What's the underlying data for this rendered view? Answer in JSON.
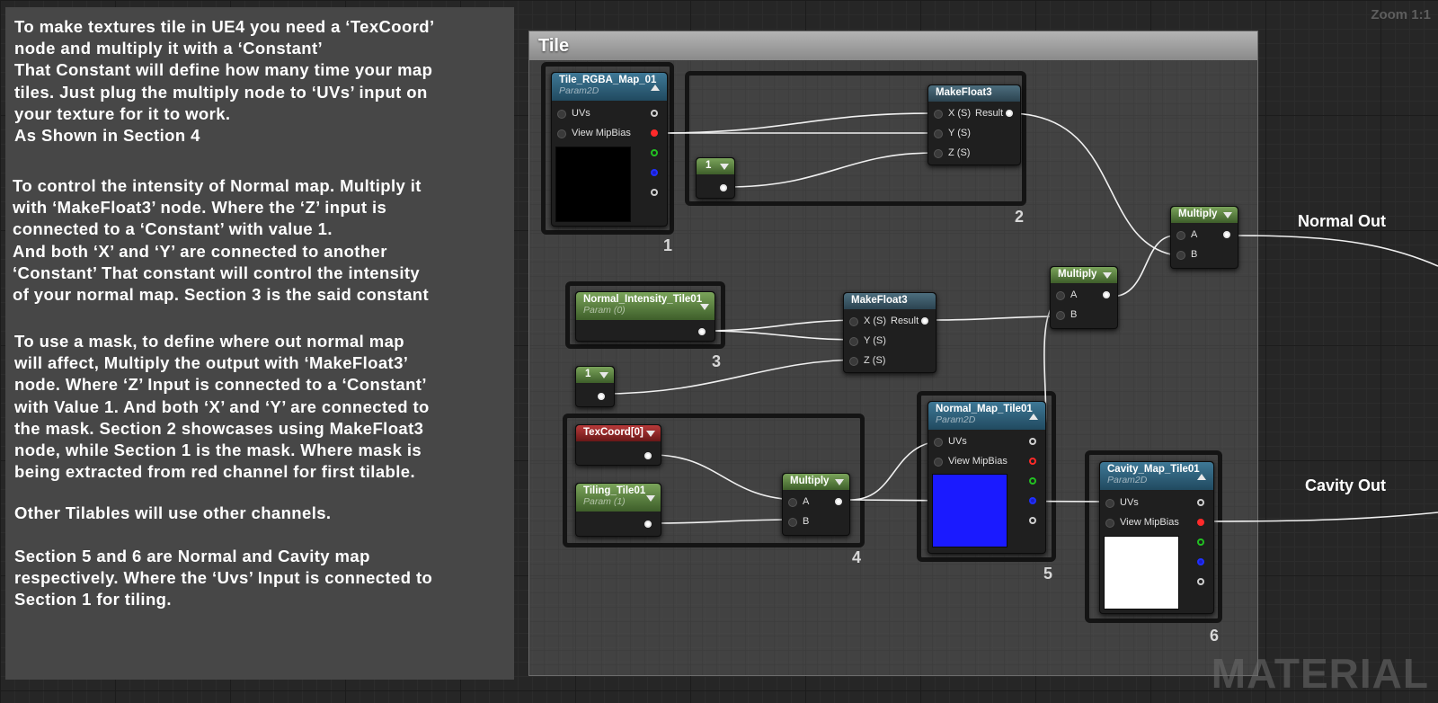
{
  "zoom_label": "Zoom 1:1",
  "notes": [
    "To make textures tile in UE4 you need a ‘TexCoord’\nnode and multiply it with a ‘Constant’\nThat Constant will define how many time your map\ntiles. Just plug the multiply node to ‘UVs’ input on\nyour texture for it to work.\nAs Shown in Section 4",
    "To control the intensity of Normal map. Multiply it\nwith ‘MakeFloat3’ node. Where the ‘Z’ input is\nconnected to a ‘Constant’ with value 1.\nAnd both ‘X’ and ‘Y’ are connected to another\n‘Constant’ That constant will control the intensity\nof your normal map. Section 3 is the said constant",
    "To use a mask, to define where out normal map\nwill affect, Multiply the output with ‘MakeFloat3’\nnode. Where ‘Z’ Input is connected to a ‘Constant’\nwith Value 1. And both ‘X’ and ‘Y’ are connected to\nthe mask. Section 2 showcases using MakeFloat3\nnode, while Section 1 is the mask. Where mask is\nbeing extracted from red channel for first tilable.",
    "Other Tilables will use other channels.",
    "Section 5 and 6 are Normal and Cavity map\nrespectively. Where the ‘Uvs’ Input is connected to\nSection 1 for tiling."
  ],
  "comment_title": "Tile",
  "sections": [
    "1",
    "2",
    "3",
    "4",
    "5",
    "6"
  ],
  "nodes": {
    "tile_rgba": {
      "title": "Tile_RGBA_Map_01",
      "subtitle": "Param2D",
      "pins": [
        "UVs",
        "View MipBias"
      ],
      "preview_color": "#000000"
    },
    "makefloat_a": {
      "title": "MakeFloat3",
      "pins": [
        "X (S)",
        "Y (S)",
        "Z (S)"
      ],
      "output": "Result"
    },
    "const_a": {
      "title": "1"
    },
    "multiply_top": {
      "title": "Multiply",
      "pins": [
        "A",
        "B"
      ]
    },
    "multiply_mid": {
      "title": "Multiply",
      "pins": [
        "A",
        "B"
      ]
    },
    "normal_intensity": {
      "title": "Normal_Intensity_Tile01",
      "subtitle": "Param (0)"
    },
    "makefloat_b": {
      "title": "MakeFloat3",
      "pins": [
        "X (S)",
        "Y (S)",
        "Z (S)"
      ],
      "output": "Result"
    },
    "const_b": {
      "title": "1"
    },
    "texcoord": {
      "title": "TexCoord[0]"
    },
    "tiling": {
      "title": "Tiling_Tile01",
      "subtitle": "Param (1)"
    },
    "multiply_bottom": {
      "title": "Multiply",
      "pins": [
        "A",
        "B"
      ]
    },
    "normal_map": {
      "title": "Normal_Map_Tile01",
      "subtitle": "Param2D",
      "pins": [
        "UVs",
        "View MipBias"
      ],
      "preview_color": "#1a1aff"
    },
    "cavity_map": {
      "title": "Cavity_Map_Tile01",
      "subtitle": "Param2D",
      "pins": [
        "UVs",
        "View MipBias"
      ],
      "preview_color": "#ffffff"
    }
  },
  "outputs": {
    "normal": "Normal Out",
    "cavity": "Cavity Out"
  },
  "watermark": "MATERIAL"
}
